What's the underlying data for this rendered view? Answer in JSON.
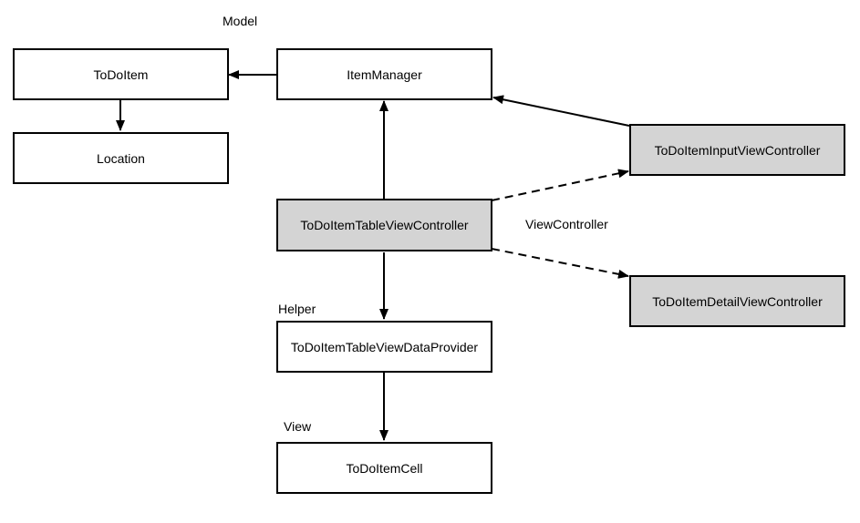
{
  "colors": {
    "background": "#ffffff",
    "box_fill": "#ffffff",
    "controller_fill": "#d4d4d4",
    "stroke": "#000000"
  },
  "groups": {
    "model": "Model",
    "viewcontroller": "ViewController",
    "helper": "Helper",
    "view": "View"
  },
  "nodes": {
    "todoitem": "ToDoItem",
    "location": "Location",
    "item_manager": "ItemManager",
    "table_view_controller": "ToDoItemTableViewController",
    "input_view_controller": "ToDoItemInputViewController",
    "detail_view_controller": "ToDoItemDetailViewController",
    "data_provider": "ToDoItemTableViewDataProvider",
    "cell": "ToDoItemCell"
  },
  "edges": [
    {
      "from": "ItemManager",
      "to": "ToDoItem",
      "style": "solid"
    },
    {
      "from": "ToDoItem",
      "to": "Location",
      "style": "solid"
    },
    {
      "from": "ToDoItemTableViewController",
      "to": "ItemManager",
      "style": "solid"
    },
    {
      "from": "ToDoItemInputViewController",
      "to": "ItemManager",
      "style": "solid"
    },
    {
      "from": "ToDoItemTableViewController",
      "to": "ToDoItemInputViewController",
      "style": "dashed"
    },
    {
      "from": "ToDoItemTableViewController",
      "to": "ToDoItemDetailViewController",
      "style": "dashed"
    },
    {
      "from": "ToDoItemTableViewController",
      "to": "ToDoItemTableViewDataProvider",
      "style": "solid"
    },
    {
      "from": "ToDoItemTableViewDataProvider",
      "to": "ToDoItemCell",
      "style": "solid"
    }
  ]
}
